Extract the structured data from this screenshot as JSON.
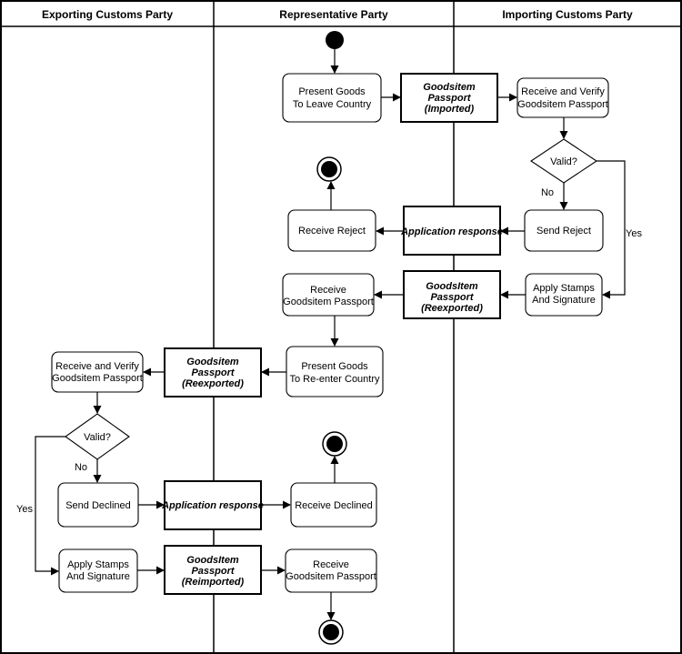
{
  "lanes": {
    "exporting": "Exporting Customs Party",
    "representative": "Representative Party",
    "importing": "Importing Customs Party"
  },
  "actions": {
    "present_leave": [
      "Present Goods",
      "To Leave Country"
    ],
    "receive_verify_import": [
      "Receive and Verify",
      "Goodsitem Passport"
    ],
    "receive_reject": [
      "Receive Reject"
    ],
    "send_reject": [
      "Send Reject"
    ],
    "receive_passport_rep": [
      "Receive",
      "Goodsitem Passport"
    ],
    "apply_stamps_import": [
      "Apply Stamps",
      "And Signature"
    ],
    "present_reenter": [
      "Present Goods",
      "To Re-enter Country"
    ],
    "receive_verify_export": [
      "Receive and Verify",
      "Goodsitem Passport"
    ],
    "send_declined": [
      "Send Declined"
    ],
    "receive_declined": [
      "Receive Declined"
    ],
    "apply_stamps_export": [
      "Apply Stamps",
      "And Signature"
    ],
    "receive_passport_final": [
      "Receive",
      "Goodsitem Passport"
    ]
  },
  "objects": {
    "passport_imported": [
      "Goodsitem",
      "Passport",
      "(Imported)"
    ],
    "app_response_1": [
      "Application response"
    ],
    "passport_reexported_1": [
      "GoodsItem",
      "Passport",
      "(Reexported)"
    ],
    "passport_reexported_2": [
      "Goodsitem",
      "Passport",
      "(Reexported)"
    ],
    "app_response_2": [
      "Application response"
    ],
    "passport_reimported": [
      "GoodsItem",
      "Passport",
      "(Reimported)"
    ]
  },
  "decisions": {
    "valid_import": "Valid?",
    "valid_export": "Valid?"
  },
  "guards": {
    "no_import": "No",
    "yes_import": "Yes",
    "no_export": "No",
    "yes_export": "Yes"
  }
}
